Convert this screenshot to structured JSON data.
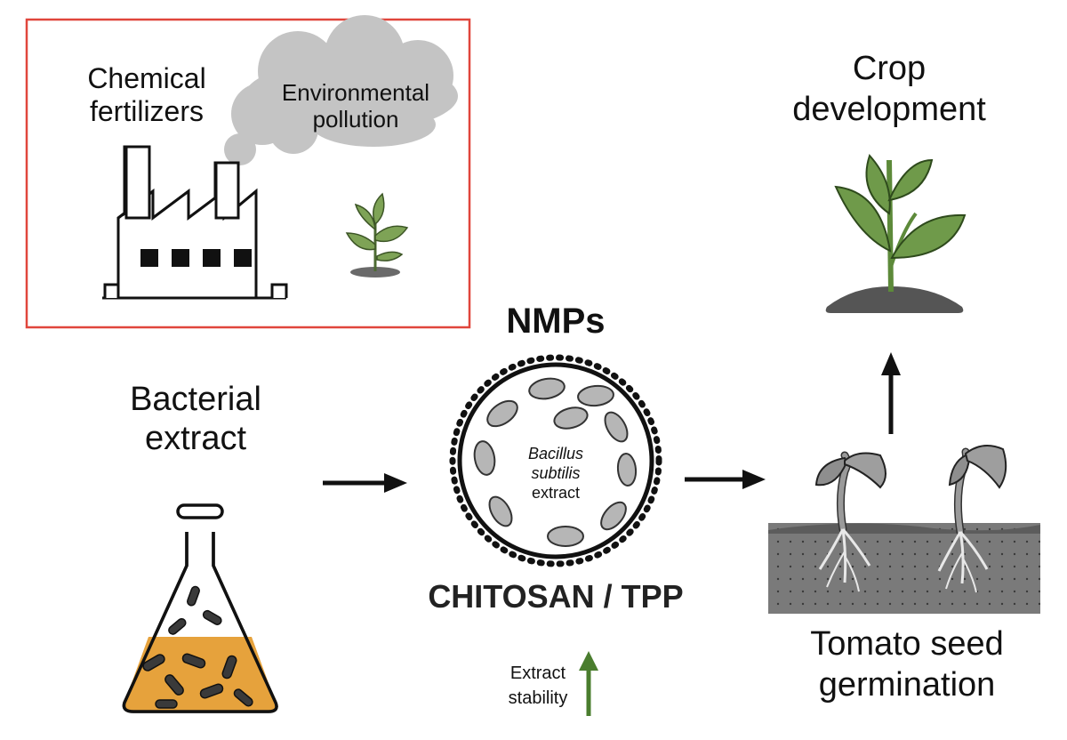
{
  "problem_box": {
    "title_line1": "Chemical",
    "title_line2": "fertilizers",
    "cloud_line1": "Environmental",
    "cloud_line2": "pollution",
    "border_color": "#e0463c"
  },
  "bacterial_extract": {
    "line1": "Bacterial",
    "line2": "extract",
    "liquid_color": "#e6a23c"
  },
  "nmps": {
    "title": "NMPs",
    "inner_line1": "Bacillus",
    "inner_line2": "subtilis",
    "inner_line3": "extract",
    "shell_label": "CHITOSAN / TPP"
  },
  "stability": {
    "line1": "Extract",
    "line2": "stability",
    "arrow_color": "#4a7d2e"
  },
  "germination": {
    "line1": "Tomato seed",
    "line2": "germination"
  },
  "crop": {
    "line1": "Crop",
    "line2": "development",
    "leaf_color": "#6f9a4a"
  }
}
